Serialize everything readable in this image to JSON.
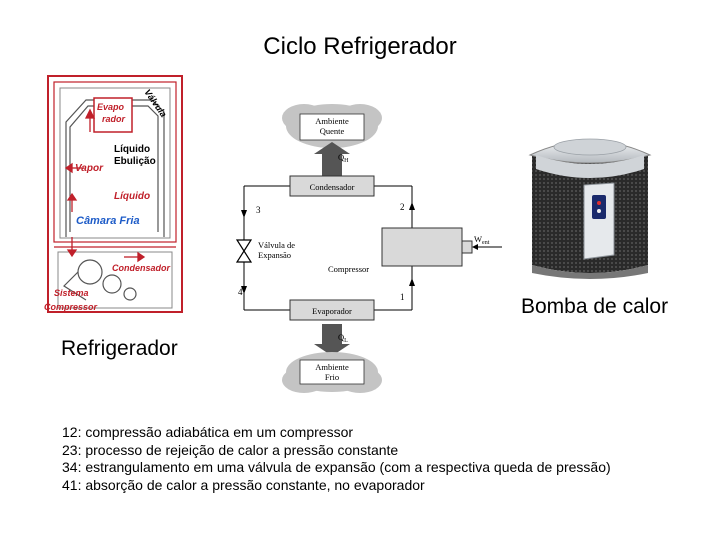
{
  "slide": {
    "title": "Ciclo Refrigerador"
  },
  "fridge": {
    "caption": "Refrigerador",
    "labels": {
      "evaporador_1": "Evapo",
      "evaporador_2": "rador",
      "valvula": "Válvula",
      "liquido_ebulicao_1": "Líquido",
      "liquido_ebulicao_2": "Ebulição",
      "vapor": "Vapor",
      "liquido": "Líquido",
      "camara_fria": "Câmara Fria",
      "condensador": "Condensador",
      "sistema": "Sistema",
      "compressor": "Compressor"
    }
  },
  "cycle": {
    "ambiente_quente_1": "Ambiente",
    "ambiente_quente_2": "Quente",
    "q_h": "Q",
    "q_h_sub": "H",
    "condensador": "Condensador",
    "valvula_1": "Válvula de",
    "valvula_2": "Expansão",
    "compressor": "Compressor",
    "w_ent": "W",
    "w_ent_sub": "ent",
    "evaporador": "Evaporador",
    "q_l": "Q",
    "q_l_sub": "L",
    "ambiente_frio_1": "Ambiente",
    "ambiente_frio_2": "Frio",
    "state_1": "1",
    "state_2": "2",
    "state_3": "3",
    "state_4": "4"
  },
  "pump": {
    "caption": "Bomba de calor"
  },
  "notes": [
    "12: compressão adiabática em um compressor",
    "23: processo de rejeição de calor a pressão constante",
    "34: estrangulamento em uma válvula de expansão (com a respectiva queda de pressão)",
    "41: absorção de calor a pressão constante, no evaporador"
  ]
}
